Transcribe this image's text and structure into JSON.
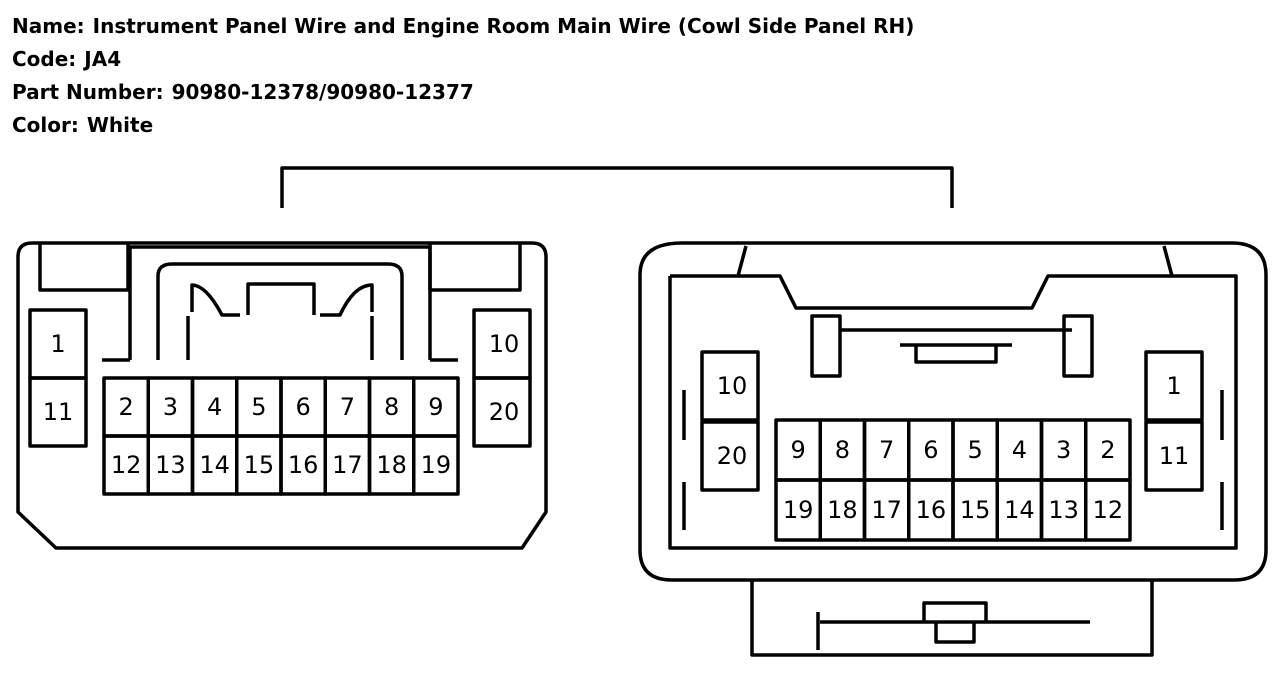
{
  "header": {
    "name_label": "Name:",
    "name_value": "Instrument Panel Wire and Engine Room Main Wire (Cowl Side Panel RH)",
    "code_label": "Code:",
    "code_value": "JA4",
    "part_label": "Part Number:",
    "part_value": "90980-12378/90980-12377",
    "color_label": "Color:",
    "color_value": "White"
  },
  "left_connector": {
    "left_column": [
      "1",
      "11"
    ],
    "right_column": [
      "10",
      "20"
    ],
    "top_row": [
      "2",
      "3",
      "4",
      "5",
      "6",
      "7",
      "8",
      "9"
    ],
    "bottom_row": [
      "12",
      "13",
      "14",
      "15",
      "16",
      "17",
      "18",
      "19"
    ]
  },
  "right_connector": {
    "left_column": [
      "10",
      "20"
    ],
    "right_column": [
      "1",
      "11"
    ],
    "top_row": [
      "9",
      "8",
      "7",
      "6",
      "5",
      "4",
      "3",
      "2"
    ],
    "bottom_row": [
      "19",
      "18",
      "17",
      "16",
      "15",
      "14",
      "13",
      "12"
    ]
  }
}
